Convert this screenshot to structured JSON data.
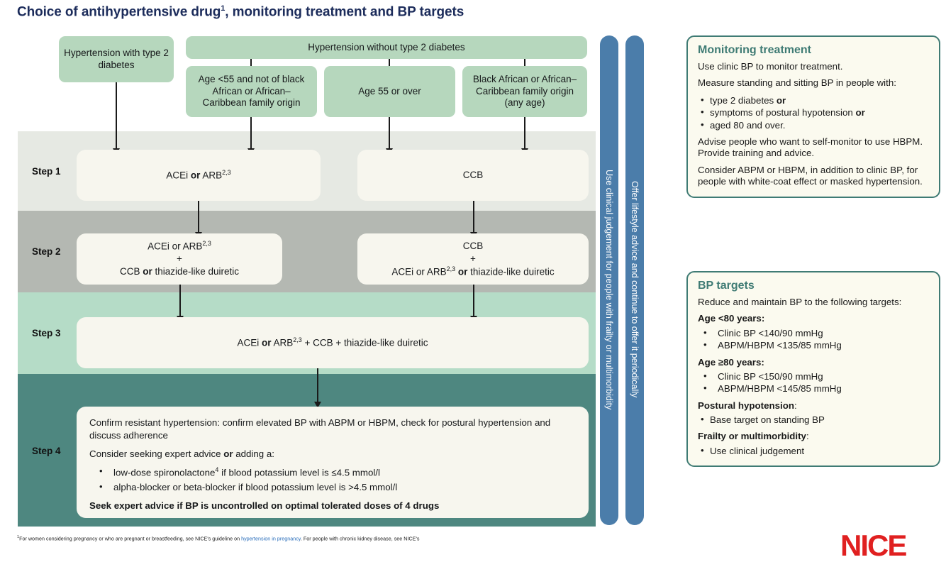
{
  "title": {
    "main": "Choice of antihypertensive drug",
    "footnote_marker": "1",
    "rest": ", monitoring treatment and BP targets"
  },
  "flow": {
    "top_boxes": [
      {
        "id": "hypertension-with-t2d",
        "text": "Hypertension with type 2 diabetes"
      },
      {
        "id": "hypertension-without-t2d",
        "text": "Hypertension without type 2 diabetes"
      }
    ],
    "sub_boxes": [
      {
        "id": "age-under-55",
        "text": "Age <55 and not of black African or African–Caribbean family origin"
      },
      {
        "id": "age-55-or-over",
        "text": "Age 55 or over"
      },
      {
        "id": "black-african-caribbean",
        "text": "Black African or African–Caribbean family origin (any age)"
      }
    ],
    "steps": [
      {
        "label": "Step 1",
        "band_color": "#e6e9e3",
        "boxes": [
          {
            "id": "step1-left",
            "lines": [
              "ACEi <b>or</b> ARB<sup>2,3</sup>"
            ]
          },
          {
            "id": "step1-right",
            "lines": [
              "CCB"
            ]
          }
        ]
      },
      {
        "label": "Step 2",
        "band_color": "#b4b8b2",
        "boxes": [
          {
            "id": "step2-left",
            "lines": [
              "ACEi or ARB<sup>2,3</sup>",
              "+",
              "CCB <b>or</b> thiazide-like duiretic"
            ]
          },
          {
            "id": "step2-right",
            "lines": [
              "CCB",
              "+",
              "ACEi or ARB<sup>2,3</sup> <b>or</b> thiazide-like duiretic"
            ]
          }
        ]
      },
      {
        "label": "Step 3",
        "band_color": "#b5dcc7",
        "boxes": [
          {
            "id": "step3-main",
            "lines": [
              "ACEi <b>or</b> ARB<sup>2,3</sup> + CCB + thiazide-like duiretic"
            ]
          }
        ]
      },
      {
        "label": "Step 4",
        "band_color": "#4e8780",
        "paragraphs": [
          "Confirm resistant hypertension: confirm elevated BP with ABPM or HBPM, check for postural hypertension and discuss adherence",
          "Consider seeking expert advice <b>or</b> adding a:"
        ],
        "bullets": [
          "low-dose spironolactone<sup>4</sup> if blood potassium level is ≤4.5 mmol/l",
          "alpha-blocker or beta-blocker if blood potassium level is >4.5 mmol/l"
        ],
        "strong_line": "Seek expert advice if BP is uncontrolled on optimal tolerated doses of 4 drugs"
      }
    ]
  },
  "vertical_bars": [
    {
      "id": "use-clinical-judgement",
      "text": "Use clinical judgement for people with frailty or multimorbidity",
      "color": "#4b7daa"
    },
    {
      "id": "offer-lifestyle-advice",
      "text": "Offer lifestyle advice and continue to offer it periodically",
      "color": "#4b7daa"
    }
  ],
  "panels": [
    {
      "id": "monitoring-treatment",
      "heading": "Monitoring treatment",
      "heading_color": "#3f7b74",
      "blocks": [
        {
          "type": "p",
          "text": "Use clinic BP to monitor treatment."
        },
        {
          "type": "p",
          "text": "Measure standing and sitting BP in people with:"
        },
        {
          "type": "ul",
          "items": [
            "type 2 diabetes <b>or</b>",
            "symptoms of postural hypotension <b>or</b>",
            "aged 80 and over."
          ]
        },
        {
          "type": "p",
          "text": "Advise people who want to self-monitor to use HBPM. Provide training and advice."
        },
        {
          "type": "p",
          "text": "Consider ABPM or HBPM, in addition to clinic BP, for people with white-coat effect or masked hypertension."
        }
      ]
    },
    {
      "id": "bp-targets",
      "heading": "BP targets",
      "heading_color": "#3f7b74",
      "blocks": [
        {
          "type": "p",
          "text": "Reduce and maintain BP to the following targets:"
        },
        {
          "type": "p",
          "text": "<b>Age &lt;80 years:</b>"
        },
        {
          "type": "ul-indent",
          "items": [
            "Clinic BP <140/90 mmHg",
            "ABPM/HBPM <135/85 mmHg"
          ]
        },
        {
          "type": "p",
          "text": "<b>Age ≥80 years:</b>"
        },
        {
          "type": "ul-indent",
          "items": [
            "Clinic BP <150/90 mmHg",
            "ABPM/HBPM <145/85 mmHg"
          ]
        },
        {
          "type": "p",
          "text": "<b>Postural hypotension</b>:"
        },
        {
          "type": "ul",
          "items": [
            "Base target on standing BP"
          ]
        },
        {
          "type": "p",
          "text": "<b>Frailty or multimorbidity</b>:"
        },
        {
          "type": "ul",
          "items": [
            "Use clinical judgement"
          ]
        }
      ]
    }
  ],
  "footnote": {
    "html": "<sup>1</sup>For women considering pregnancy or who are pregnant or breastfeeding, see NICE's guideline on <a>hypertension in pregnancy</a>. For people with chronic kidney disease, see NICE's"
  },
  "logo": {
    "text": "NICE",
    "color": "#e02020"
  }
}
